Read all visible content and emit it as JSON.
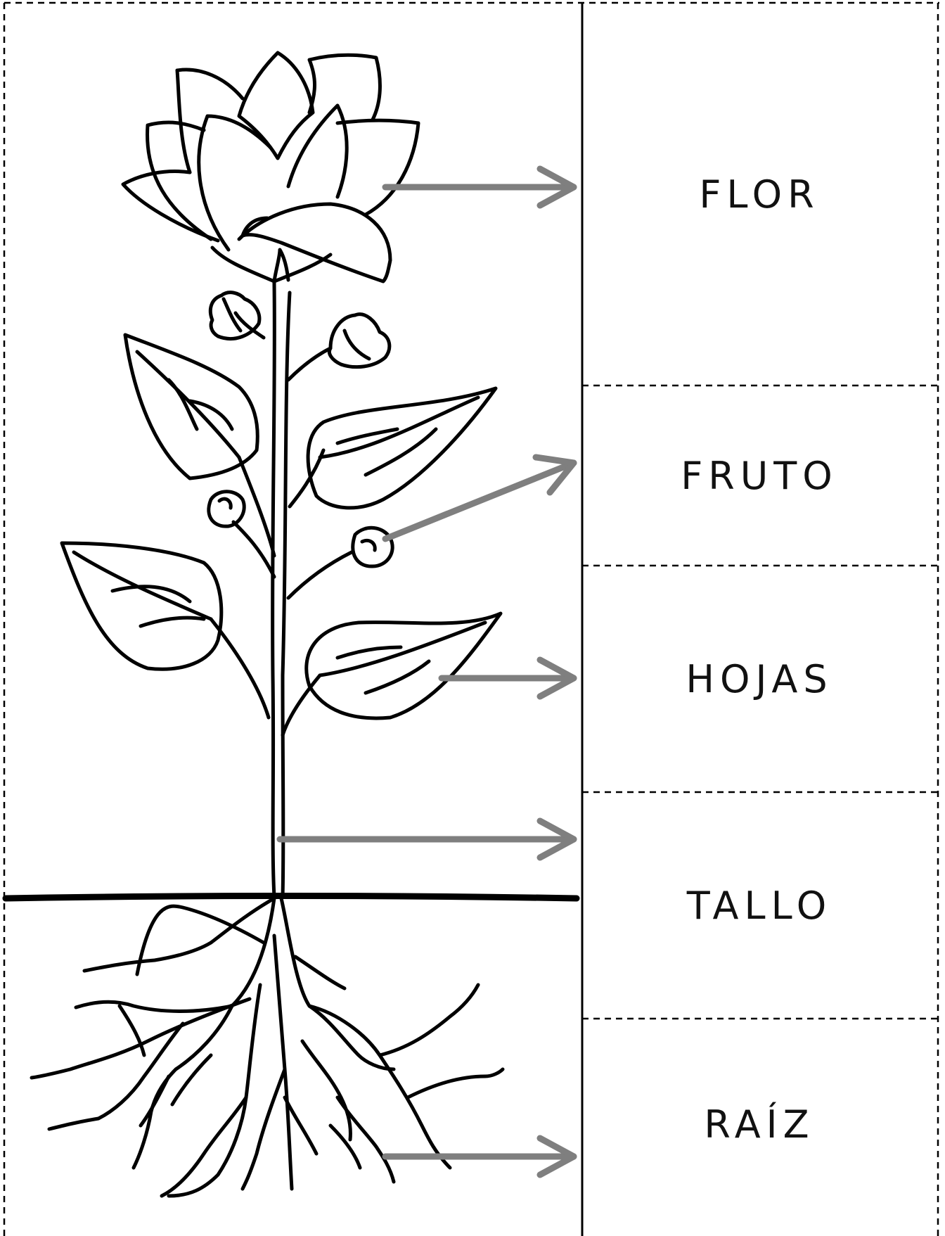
{
  "colors": {
    "ink": "#000000",
    "arrow": "#7f7f7f",
    "paper": "#ffffff"
  },
  "labels": {
    "flor": "FLOR",
    "fruto": "FRUTO",
    "hojas": "HOJAS",
    "tallo": "TALLO",
    "raiz": "RAÍZ"
  }
}
